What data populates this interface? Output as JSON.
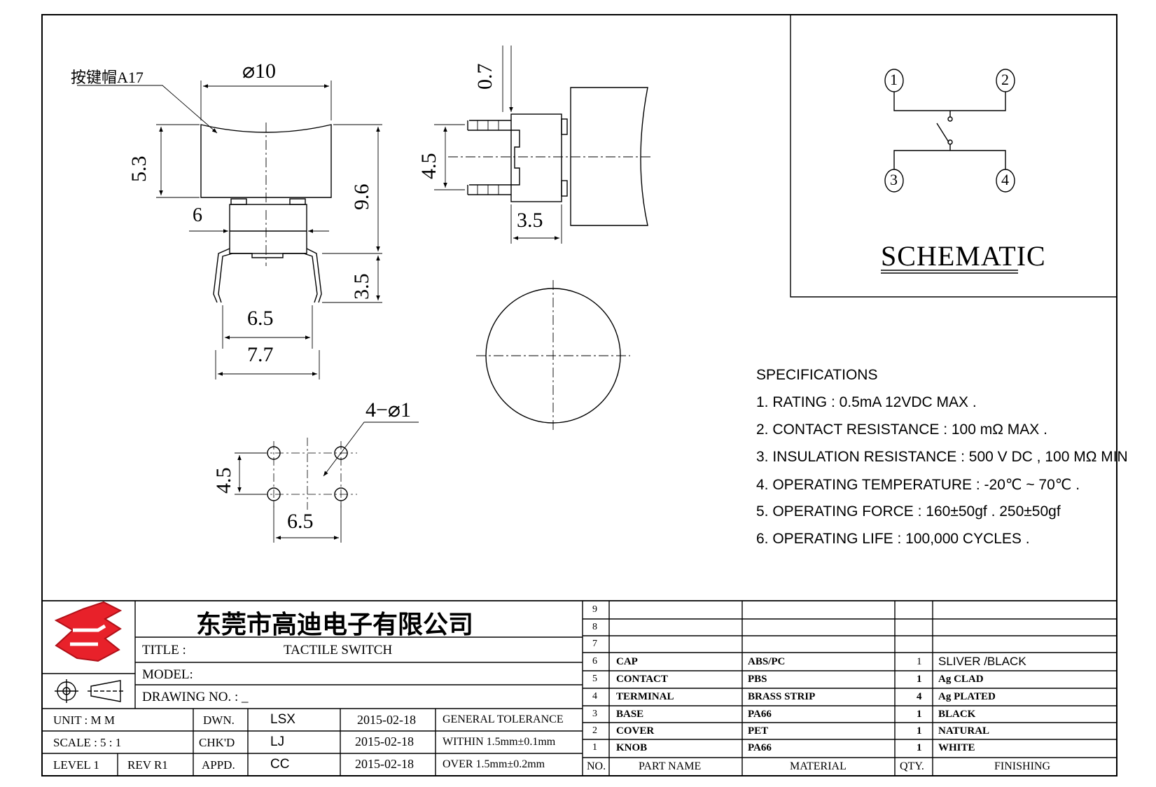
{
  "drawing": {
    "cap_label": "按键帽A17",
    "dims": {
      "d10": "⌀10",
      "d53": "5.3",
      "d96": "9.6",
      "d6": "6",
      "d35a": "3.5",
      "d65a": "6.5",
      "d77": "7.7",
      "d07": "0.7",
      "d45a": "4.5",
      "d35b": "3.5",
      "d4d1": "4−⌀1",
      "d45b": "4.5",
      "d65b": "6.5"
    }
  },
  "schematic": {
    "title": "SCHEMATIC",
    "pins": [
      "1",
      "2",
      "3",
      "4"
    ]
  },
  "specifications": {
    "heading": "SPECIFICATIONS",
    "items": [
      "1. RATING : 0.5mA 12VDC MAX .",
      "2. CONTACT RESISTANCE : 100 mΩ MAX .",
      "3. INSULATION RESISTANCE : 500 V DC , 100 MΩ MIN",
      "4. OPERATING TEMPERATURE : -20℃ ~ 70℃ .",
      "5. OPERATING FORCE : 160±50gf . 250±50gf",
      "6. OPERATING LIFE : 100,000 CYCLES ."
    ]
  },
  "title_block": {
    "company": "东莞市高迪电子有限公司",
    "title_label": "TITLE :",
    "title_value": "TACTILE SWITCH",
    "model_label": "MODEL:",
    "drawing_no_label": "DRAWING NO. : _",
    "unit_label": "UNIT   :   M M",
    "scale_label": "SCALE  :  5 : 1",
    "level_label": "LEVEL 1",
    "rev_label": "REV  R1",
    "dwn_label": "DWN.",
    "chkd_label": "CHK'D",
    "appd_label": "APPD.",
    "dwn_name": "LSX",
    "chkd_name": "LJ",
    "appd_name": "CC",
    "dwn_date": "2015-02-18",
    "chkd_date": "2015-02-18",
    "appd_date": "2015-02-18",
    "tol_1": "GENERAL TOLERANCE",
    "tol_2": "WITHIN 1.5mm±0.1mm",
    "tol_3": "OVER   1.5mm±0.2mm"
  },
  "bom": {
    "headers": {
      "no": "NO.",
      "part": "PART  NAME",
      "material": "MATERIAL",
      "qty": "QTY.",
      "finishing": "FINISHING"
    },
    "rows": [
      {
        "no": "9",
        "part": "",
        "material": "",
        "qty": "",
        "finishing": ""
      },
      {
        "no": "8",
        "part": "",
        "material": "",
        "qty": "",
        "finishing": ""
      },
      {
        "no": "7",
        "part": "",
        "material": "",
        "qty": "",
        "finishing": ""
      },
      {
        "no": "6",
        "part": "CAP",
        "material": "ABS/PC",
        "qty": "1",
        "finishing": "SLIVER /BLACK"
      },
      {
        "no": "5",
        "part": "CONTACT",
        "material": "PBS",
        "qty": "1",
        "finishing": "Ag CLAD"
      },
      {
        "no": "4",
        "part": "TERMINAL",
        "material": "BRASS STRIP",
        "qty": "4",
        "finishing": "Ag PLATED"
      },
      {
        "no": "3",
        "part": "BASE",
        "material": "PA66",
        "qty": "1",
        "finishing": "BLACK"
      },
      {
        "no": "2",
        "part": "COVER",
        "material": "PET",
        "qty": "1",
        "finishing": "NATURAL"
      },
      {
        "no": "1",
        "part": "KNOB",
        "material": "PA66",
        "qty": "1",
        "finishing": "WHITE"
      }
    ]
  }
}
